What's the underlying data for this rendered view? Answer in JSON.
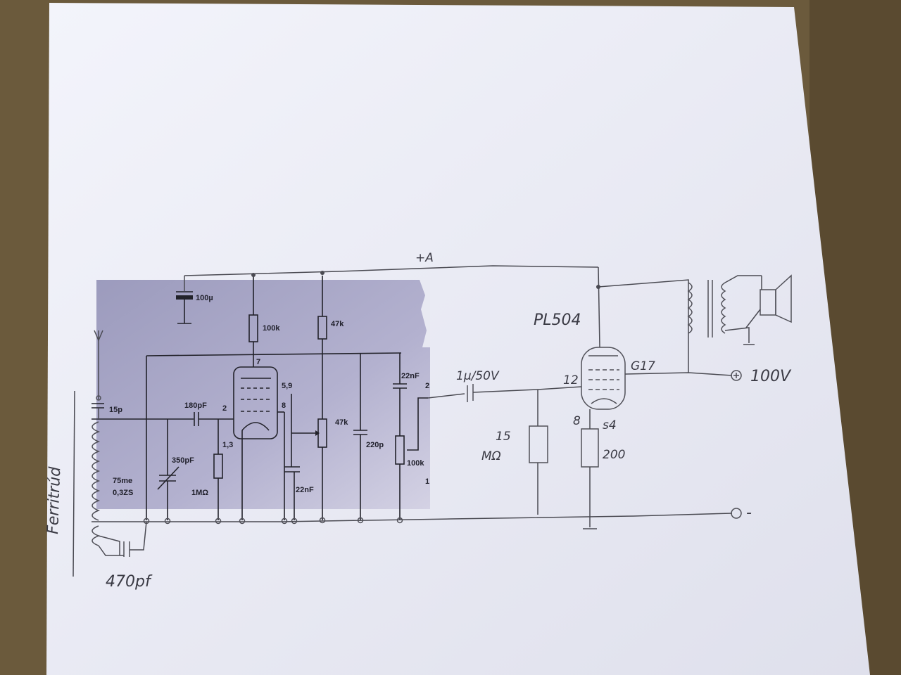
{
  "printed_labels": {
    "c_100u": "100µ",
    "r_100k_plate": "100k",
    "r_47k_top": "47k",
    "pin_7": "7",
    "pin_59": "5,9",
    "pin_8": "8",
    "pin_2": "2",
    "pin_13": "1,3",
    "c_180pf": "180pF",
    "c_15p": "15p",
    "c_350pf": "350pF",
    "coil_75me": "75me",
    "coil_03zs": "0,3ZS",
    "r_1mohm": "1MΩ",
    "c_22nf_low": "22nF",
    "pot_47k": "47k",
    "c_220p": "220p",
    "c_22nf_out": "22nF",
    "pin_2_out": "2",
    "pot_100k": "100k",
    "pin_1": "1"
  },
  "hand_labels": {
    "plus_a": "+A",
    "tube": "PL504",
    "c_coupling": "1µ/50V",
    "pin_12": "12",
    "pin_g17": "G17",
    "plus_100v": "100V",
    "r_grid_value": "15",
    "r_grid_unit": "MΩ",
    "pin_8h": "8",
    "pin_s4": "s4",
    "r_cathode": "200",
    "minus": "-",
    "ferrite_label": "Ferritrúd",
    "c_470pf": "470pf"
  },
  "colors": {
    "paper": "#ecedf6",
    "printout": "#a8a6c6",
    "ink": "#4a4a52",
    "print_ink": "#22222a",
    "table": "#6b5a3c"
  }
}
